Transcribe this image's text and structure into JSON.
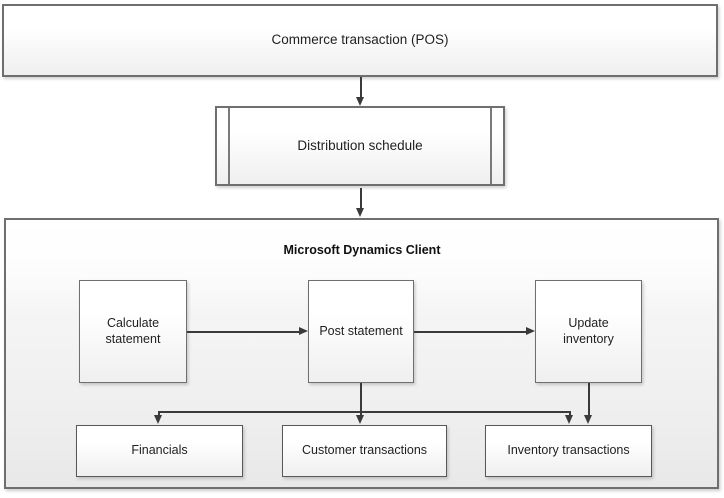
{
  "diagram": {
    "top_box": {
      "label": "Commerce transaction (POS)"
    },
    "schedule_box": {
      "label": "Distribution schedule"
    },
    "client_container": {
      "title": "Microsoft Dynamics Client",
      "process_boxes": [
        {
          "label": "Calculate statement"
        },
        {
          "label": "Post statement"
        },
        {
          "label": "Update inventory"
        }
      ],
      "output_boxes": [
        {
          "label": "Financials"
        },
        {
          "label": "Customer transactions"
        },
        {
          "label": "Inventory transactions"
        }
      ]
    },
    "colors": {
      "box_border": "#6f6f6f",
      "output_box_border": "#585858",
      "arrow": "#3a3a3a",
      "box_fill_top": "#ffffff",
      "box_fill_bottom": "#efefef",
      "container_fill_bottom": "#e8e8e8",
      "text": "#1f1f1f"
    }
  }
}
